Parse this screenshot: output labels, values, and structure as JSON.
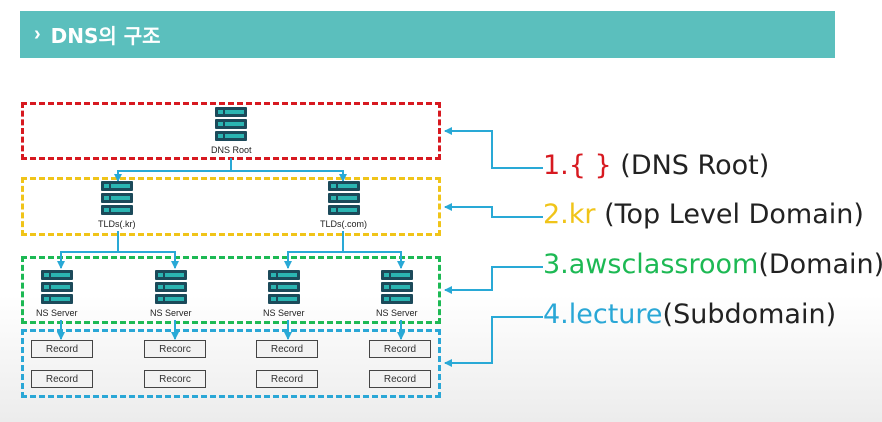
{
  "header": {
    "chevron": "›",
    "title": "DNS의 구조",
    "bg_color": "#5bbfbd"
  },
  "diagram": {
    "root": {
      "label": "DNS Root"
    },
    "tlds": [
      {
        "label": "TLDs(.kr)"
      },
      {
        "label": "TLDs(.com)"
      }
    ],
    "ns_servers": [
      {
        "label": "NS Server"
      },
      {
        "label": "NS Server"
      },
      {
        "label": "NS Server"
      },
      {
        "label": "NS Server"
      }
    ],
    "records": [
      [
        "Record",
        "Record"
      ],
      [
        "Recorc",
        "Recorc"
      ],
      [
        "Record",
        "Record"
      ],
      [
        "Record",
        "Record"
      ]
    ]
  },
  "legend": [
    {
      "accent": "1.{ }",
      "desc": " (DNS Root)",
      "color": "#d71920"
    },
    {
      "accent": "2.kr",
      "desc": " (Top Level Domain)",
      "color": "#f0c419"
    },
    {
      "accent": "3.awsclassroom",
      "desc": "(Domain)",
      "color": "#1db954"
    },
    {
      "accent": "4.lecture",
      "desc": "(Subdomain)",
      "color": "#2aa7d6"
    }
  ],
  "colors": {
    "server_dark": "#1c4a5a",
    "server_teal": "#2bb5b2",
    "connector": "#29a9d6"
  },
  "icons": {
    "server": "server-icon",
    "arrow": "arrow-icon"
  }
}
